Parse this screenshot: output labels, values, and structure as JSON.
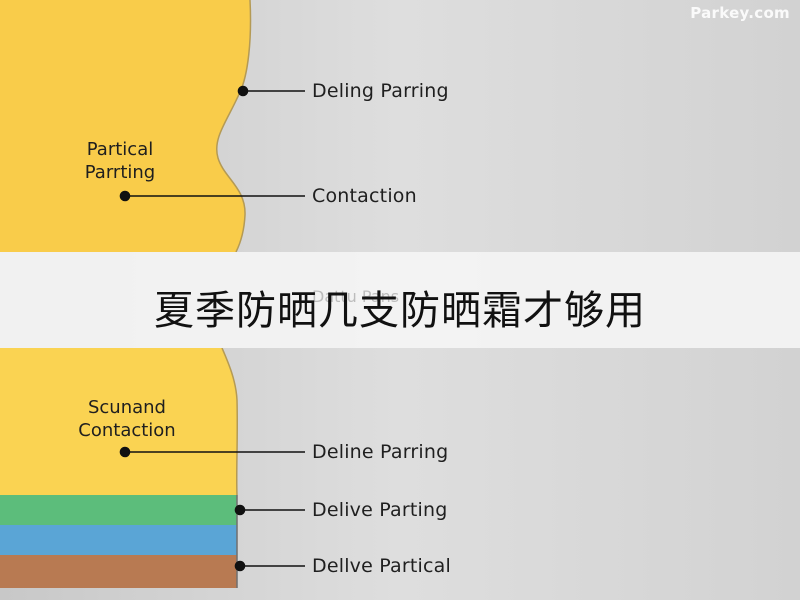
{
  "watermark": "Parkey.com",
  "banner": {
    "title": "夏季防晒几支防晒霜才够用",
    "ghost_text": "Dattu Pans"
  },
  "zones": [
    {
      "lines": [
        "Partical",
        "Parrting"
      ]
    },
    {
      "lines": [
        "Scunand",
        "Contaction"
      ]
    }
  ],
  "callouts": [
    "Deling Parring",
    "Contaction",
    "Deline Parring",
    "Delive Parting",
    "Dellve Partical"
  ],
  "colors": {
    "yellow": "#f9cc4a",
    "green": "#5cbd7b",
    "blue": "#5aa5d6",
    "brown": "#b87a52",
    "background": "#d9d9d9",
    "leader": "#111111"
  }
}
